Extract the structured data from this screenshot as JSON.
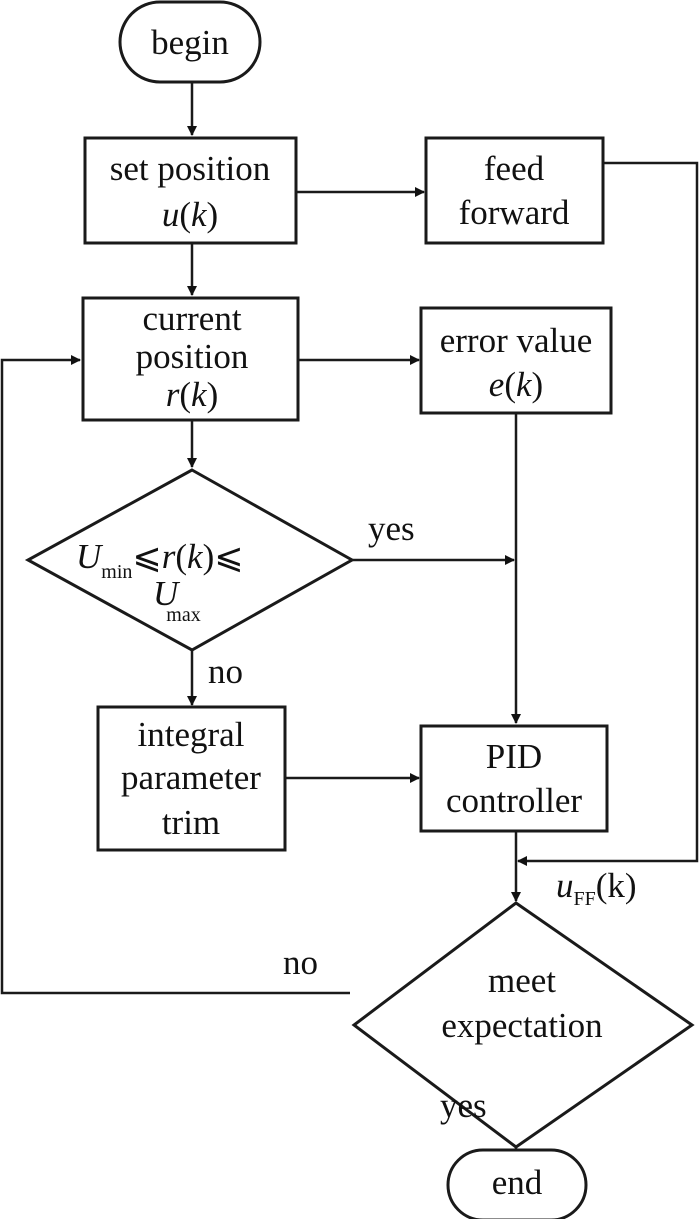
{
  "diagram": {
    "type": "flowchart",
    "colors": {
      "stroke": "#1a1a1a",
      "text": "#111111",
      "background": "#ffffff"
    },
    "nodes": {
      "begin": {
        "shape": "terminator",
        "label": "begin"
      },
      "set_position": {
        "shape": "process",
        "line1": "set position",
        "var": "u",
        "arg": "k"
      },
      "feed_forward": {
        "shape": "process",
        "line1": "feed",
        "line2": "forward"
      },
      "current_position": {
        "shape": "process",
        "line1": "current",
        "line2": "position",
        "var": "r",
        "arg": "k"
      },
      "error_value": {
        "shape": "process",
        "line1": "error value",
        "var": "e",
        "arg": "k"
      },
      "range_check": {
        "shape": "decision",
        "lhs": "U",
        "lhs_sub": "min",
        "op": "⩽",
        "mid": "r(k)",
        "rhs": "U",
        "rhs_sub": "max"
      },
      "integral_trim": {
        "shape": "process",
        "line1": "integral",
        "line2": "parameter",
        "line3": "trim"
      },
      "pid_controller": {
        "shape": "process",
        "line1": "PID",
        "line2": "controller"
      },
      "meet_expectation": {
        "shape": "decision",
        "line1": "meet",
        "line2": "expectation"
      },
      "end": {
        "shape": "terminator",
        "label": "end"
      }
    },
    "edge_labels": {
      "range_yes": "yes",
      "range_no": "no",
      "meet_no": "no",
      "meet_yes": "yes",
      "feedforward_signal": {
        "var": "u",
        "sub": "FF",
        "arg": "(k)"
      }
    },
    "edges": [
      {
        "from": "begin",
        "to": "set_position"
      },
      {
        "from": "set_position",
        "to": "feed_forward"
      },
      {
        "from": "set_position",
        "to": "current_position"
      },
      {
        "from": "current_position",
        "to": "error_value"
      },
      {
        "from": "current_position",
        "to": "range_check"
      },
      {
        "from": "error_value",
        "to": "pid_controller"
      },
      {
        "from": "range_check",
        "to": "pid_controller",
        "label": "yes"
      },
      {
        "from": "range_check",
        "to": "integral_trim",
        "label": "no"
      },
      {
        "from": "integral_trim",
        "to": "pid_controller"
      },
      {
        "from": "pid_controller",
        "to": "meet_expectation"
      },
      {
        "from": "feed_forward",
        "to": "meet_expectation",
        "label": "uFF(k)"
      },
      {
        "from": "meet_expectation",
        "to": "current_position",
        "label": "no"
      },
      {
        "from": "meet_expectation",
        "to": "end",
        "label": "yes"
      }
    ]
  }
}
